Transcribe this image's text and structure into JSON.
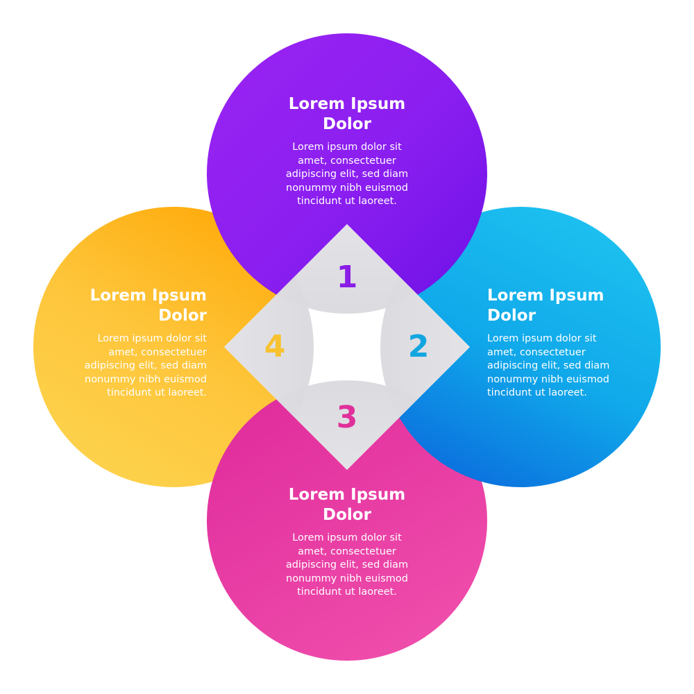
{
  "colors": {
    "purple": "#8a1de6",
    "blue": "#12a6e0",
    "pink": "#e0309a",
    "yellow": "#f7c22f",
    "background": "#ffffff"
  },
  "steps": [
    {
      "number": "1",
      "color": "purple",
      "title": "Lorem Ipsum\nDolor",
      "body": "Lorem ipsum dolor sit\namet, consectetuer\nadipiscing elit, sed diam\nnonummy nibh euismod\ntincidunt ut laoreet."
    },
    {
      "number": "2",
      "color": "blue",
      "title": "Lorem Ipsum\nDolor",
      "body": "Lorem ipsum dolor sit\namet, consectetuer\nadipiscing elit, sed diam\nnonummy nibh euismod\ntincidunt ut laoreet."
    },
    {
      "number": "3",
      "color": "pink",
      "title": "Lorem Ipsum\nDolor",
      "body": "Lorem ipsum dolor sit\namet, consectetuer\nadipiscing elit, sed diam\nnonummy nibh euismod\ntincidunt ut laoreet."
    },
    {
      "number": "4",
      "color": "yellow",
      "title": "Lorem Ipsum\nDolor",
      "body": "Lorem ipsum dolor sit\namet, consectetuer\nadipiscing elit, sed diam\nnonummy nibh euismod\ntincidunt ut laoreet."
    }
  ]
}
